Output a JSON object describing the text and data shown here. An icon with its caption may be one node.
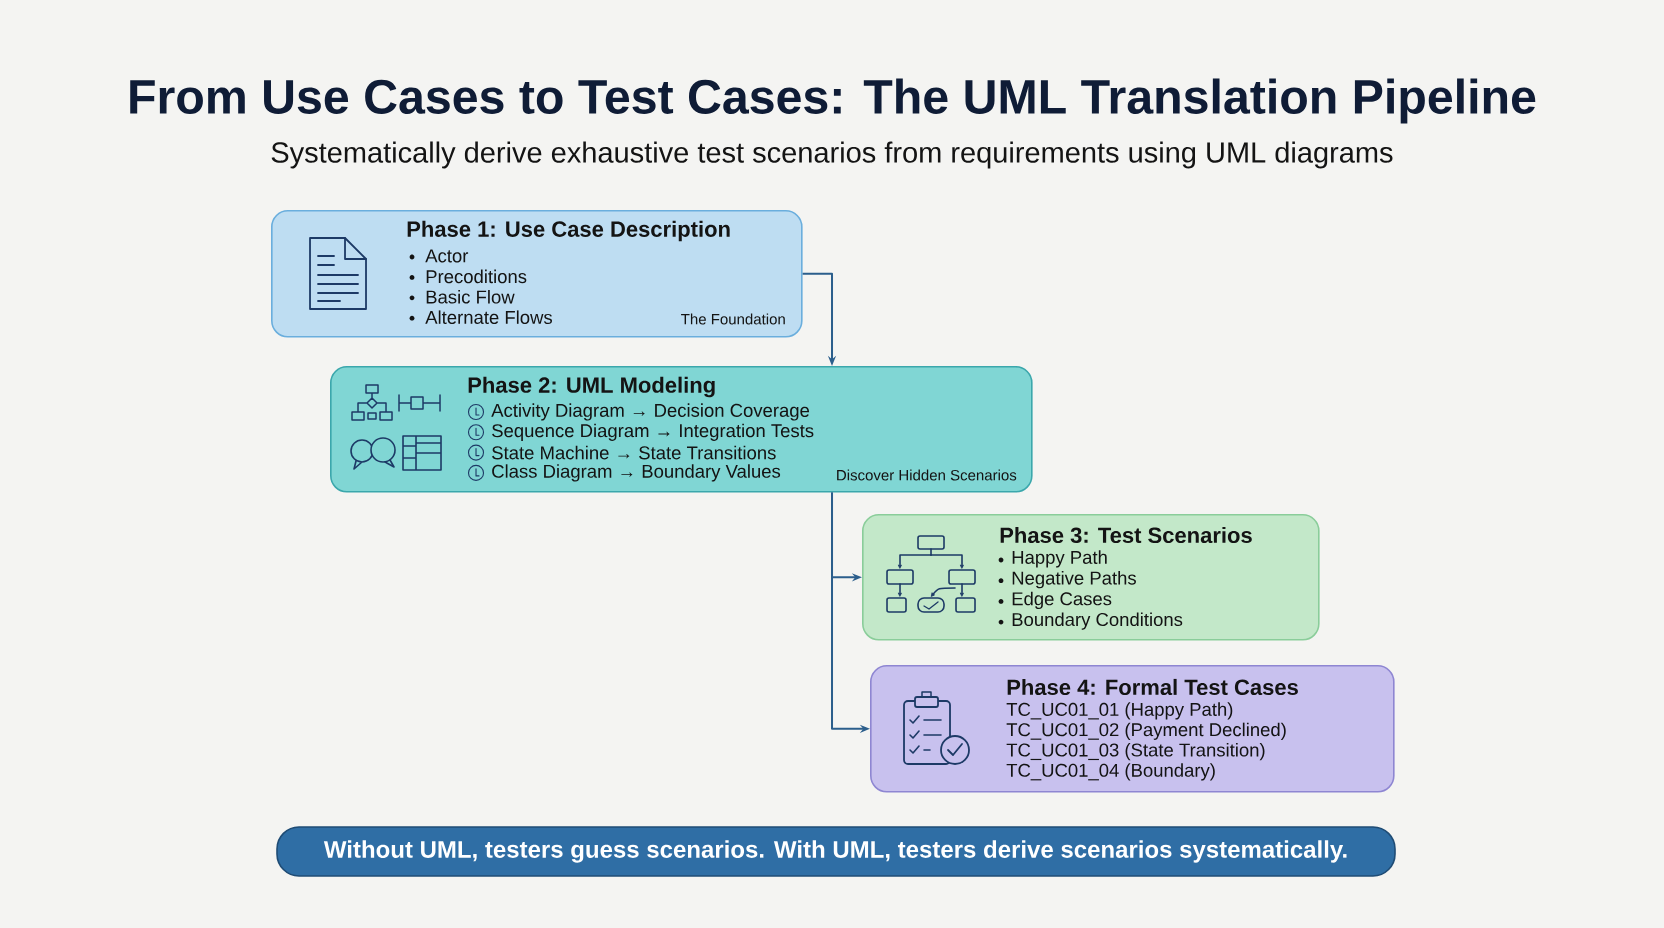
{
  "diagram": {
    "title": "From Use Cases to Test Cases: The UML Translation Pipeline",
    "nodes": [
      {
        "text": [
          "Phase 1: Use Case Description",
          "Actor",
          "Precoditions",
          "Basic Flow",
          "Alternate Flows",
          "The Foundation"
        ]
      },
      {
        "text": [
          "Phase 2: UML Modeling",
          "Activity Diagram → Decision Coverage",
          "Sequence Diagram → Integration Tests",
          "State Machine → State Transitions",
          "Class Diagram → Boundary Values",
          "Discover Hidden Scenarios"
        ]
      },
      {
        "text": [
          "Phase 3: Test Scenarios",
          "Happy Path",
          "Negative Paths",
          "Edge Cases",
          "Boundary Conditions"
        ]
      },
      {
        "text": [
          "Phase 4: Formal Test Cases",
          "TC_UC01_01 (Happy Path)",
          "TC_UC01_02 (Payment Declined)",
          "TC_UC01_03 (State Transition)",
          "TC_UC01_04 (Boundary)"
        ]
      },
      {
        "text": [
          "Without UML, testers guess scenarios. With UML, testers derive scenarios systematically."
        ]
      }
    ],
    "edges": [
      {
        "from": 0,
        "to": 1,
        "arrow": "to"
      },
      {
        "from": 1,
        "to": 2,
        "arrow": "to"
      },
      {
        "from": 1,
        "to": 3,
        "arrow": "to"
      }
    ],
    "labels": [
      "Systematically derive exhaustive test scenarios from requirements using UML diagrams"
    ]
  }
}
